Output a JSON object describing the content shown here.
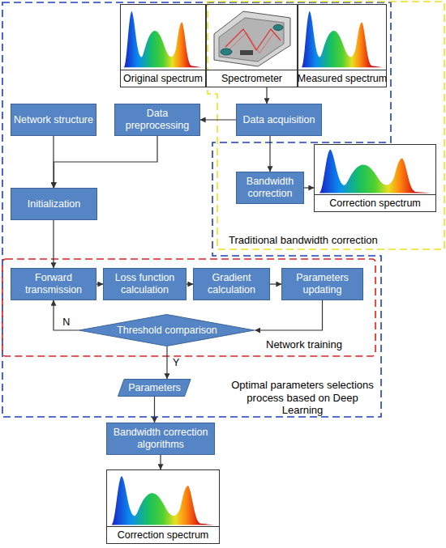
{
  "diagram": {
    "nodes": [
      {
        "text": [
          "Original spectrum"
        ]
      },
      {
        "text": [
          "Spectrometer"
        ]
      },
      {
        "text": [
          "Measured spectrum"
        ]
      },
      {
        "text": [
          "Network structure"
        ]
      },
      {
        "text": [
          "Data preprocessing"
        ]
      },
      {
        "text": [
          "Data acquisition"
        ]
      },
      {
        "text": [
          "Bandwidth correction"
        ]
      },
      {
        "text": [
          "Correction spectrum"
        ]
      },
      {
        "text": [
          "Initialization"
        ]
      },
      {
        "text": [
          "Forward transmission"
        ]
      },
      {
        "text": [
          "Loss function calculation"
        ]
      },
      {
        "text": [
          "Gradient calculation"
        ]
      },
      {
        "text": [
          "Parameters updating"
        ]
      },
      {
        "text": [
          "Threshold comparison"
        ]
      },
      {
        "text": [
          "Parameters"
        ]
      },
      {
        "text": [
          "Bandwidth correction algorithms"
        ]
      },
      {
        "text": [
          "Correction spectrum"
        ]
      }
    ],
    "edges": [
      {
        "from": 1,
        "to": 5,
        "arrow": "to"
      },
      {
        "from": 5,
        "to": 4,
        "arrow": "to"
      },
      {
        "from": 5,
        "to": 6,
        "arrow": "to"
      },
      {
        "from": 6,
        "to": 7,
        "arrow": "to"
      },
      {
        "from": 3,
        "to": 8,
        "arrow": "to"
      },
      {
        "from": 4,
        "to": 8,
        "arrow": "to"
      },
      {
        "from": 8,
        "to": 9,
        "arrow": "to"
      },
      {
        "from": 9,
        "to": 10,
        "arrow": "to"
      },
      {
        "from": 10,
        "to": 11,
        "arrow": "to"
      },
      {
        "from": 11,
        "to": 12,
        "arrow": "to"
      },
      {
        "from": 12,
        "to": 13,
        "arrow": "to"
      },
      {
        "from": 13,
        "to": 9,
        "label": "N",
        "arrow": "to"
      },
      {
        "from": 13,
        "to": 14,
        "label": "Y",
        "arrow": "to"
      },
      {
        "from": 14,
        "to": 15,
        "arrow": "to"
      },
      {
        "from": 15,
        "to": 16,
        "arrow": "to"
      }
    ],
    "labels": [
      "Traditional bandwidth correction",
      "Network training",
      "Optimal parameters selections process based on Deep Learning"
    ]
  }
}
